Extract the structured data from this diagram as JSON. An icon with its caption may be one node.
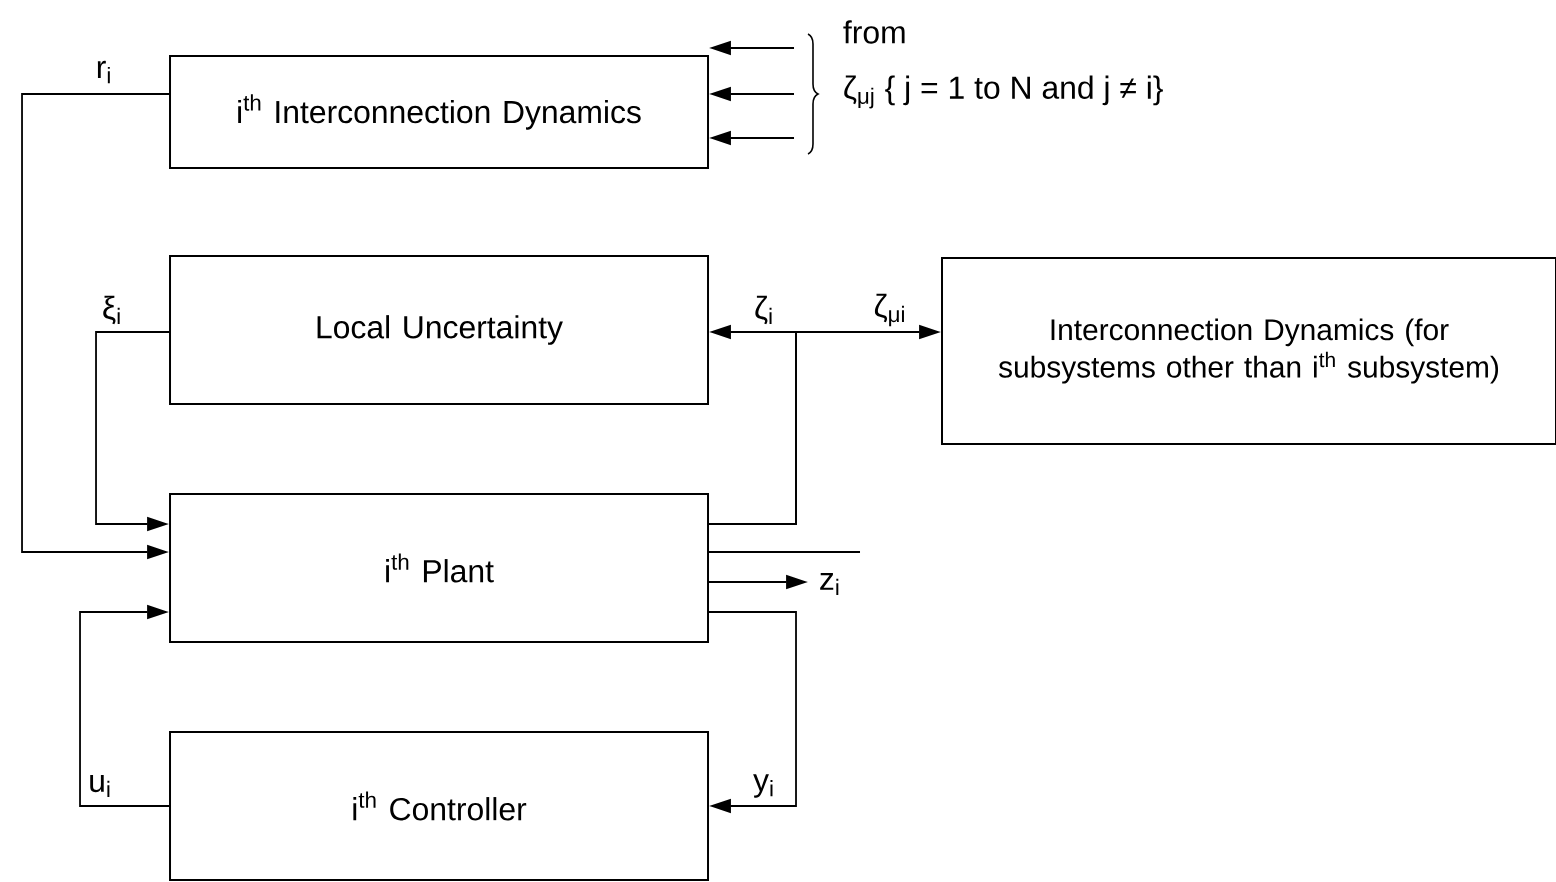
{
  "diagram": {
    "nodes": [
      {
        "text": [
          "i$^{th}$ Interconnection Dynamics"
        ]
      },
      {
        "text": [
          "Local Uncertainty"
        ]
      },
      {
        "text": [
          "Interconnection Dynamics (for subsystems other than i$^{th}$ subsystem)"
        ]
      },
      {
        "text": [
          "i$^{th}$ Plant"
        ]
      },
      {
        "text": [
          "i$^{th}$ Controller"
        ]
      }
    ],
    "edges": [
      {
        "from": 0,
        "to": 3,
        "arrow": "to",
        "label": "r$_{i}$"
      },
      {
        "from": 1,
        "to": 3,
        "arrow": "to",
        "label": "ξ$_{i}$"
      },
      {
        "from": 3,
        "to": 1,
        "arrow": "to",
        "label": "ζ$_{i}$"
      },
      {
        "from": 3,
        "to": 2,
        "arrow": "to",
        "label": "ζ$_{μi}$"
      },
      {
        "from": 3,
        "to": null,
        "arrow": "none"
      },
      {
        "from": 3,
        "to": null,
        "arrow": "to",
        "label": "z$_{i}$"
      },
      {
        "from": 3,
        "to": 4,
        "arrow": "to",
        "label": "y$_{i}$"
      },
      {
        "from": 4,
        "to": 3,
        "arrow": "to",
        "label": "u$_{i}$"
      },
      {
        "from": null,
        "to": 0,
        "arrow": "to"
      },
      {
        "from": null,
        "to": 0,
        "arrow": "to"
      },
      {
        "from": null,
        "to": 0,
        "arrow": "to"
      }
    ],
    "labels": [
      "from",
      "ζ$_{μj}$ { j = 1 to N and j ≠ i}"
    ]
  }
}
